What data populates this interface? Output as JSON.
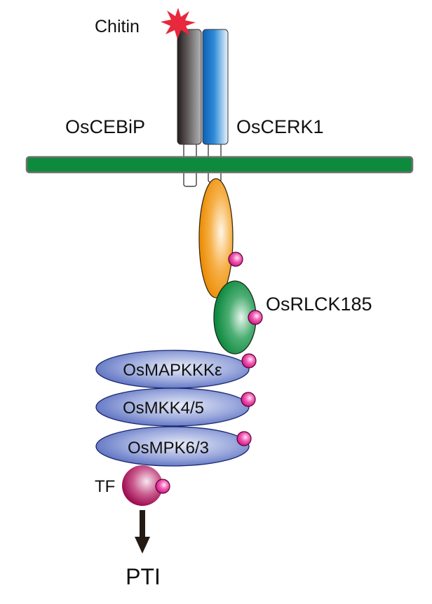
{
  "diagram": {
    "title": "Chitin-triggered PTI signaling pathway in rice",
    "ligand": {
      "label": "Chitin",
      "color": "#e8283c"
    },
    "receptors": [
      {
        "id": "oscebip",
        "label": "OsCEBiP",
        "color": "#3a3434"
      },
      {
        "id": "oscerk1",
        "label": "OsCERK1",
        "color": "#1a6fc0"
      }
    ],
    "membrane": {
      "color": "#0e8a3c"
    },
    "cytoplasmic": {
      "orange_kinase": {
        "color": "#f09412"
      },
      "osrlck185": {
        "label": "OsRLCK185",
        "color": "#139448"
      }
    },
    "mapk_cascade": [
      {
        "label": "OsMAPKKKε"
      },
      {
        "label": "OsMKK4/5"
      },
      {
        "label": "OsMPK6/3"
      }
    ],
    "mapk_color": "#4f68b8",
    "transcription_factor": {
      "label": "TF",
      "color": "#b0165e"
    },
    "phosphate_color": "#e8249a",
    "output": {
      "label": "PTI"
    }
  }
}
